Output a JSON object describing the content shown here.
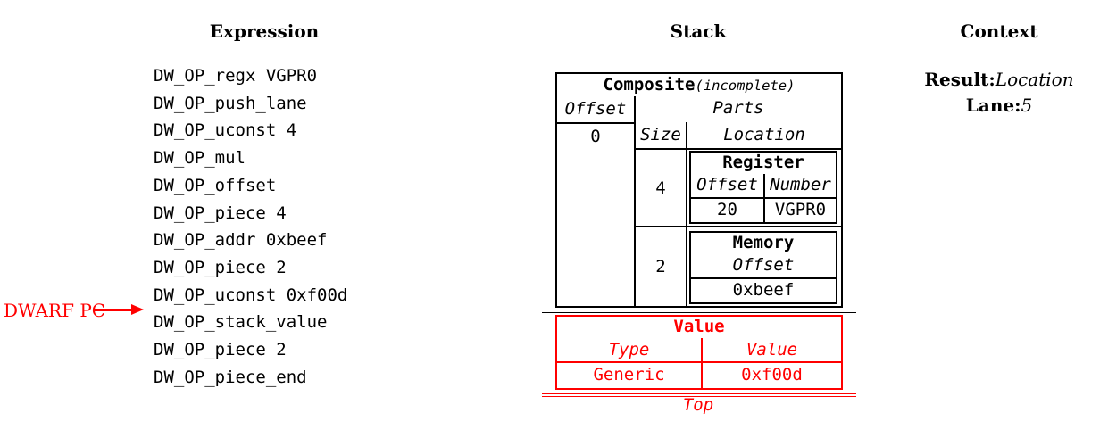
{
  "columns": {
    "expression": {
      "title": "Expression"
    },
    "stack": {
      "title": "Stack"
    },
    "context": {
      "title": "Context"
    }
  },
  "expression": {
    "ops": [
      "DW_OP_regx VGPR0",
      "DW_OP_push_lane",
      "DW_OP_uconst 4",
      "DW_OP_mul",
      "DW_OP_offset",
      "DW_OP_piece 4",
      "DW_OP_addr 0xbeef",
      "DW_OP_piece 2",
      "DW_OP_uconst 0xf00d",
      "DW_OP_stack_value",
      "DW_OP_piece 2",
      "DW_OP_piece_end"
    ],
    "pc_label": "DWARF PC",
    "pc_target": "DW_OP_stack_value"
  },
  "stack": {
    "composite": {
      "title": "Composite",
      "subtitle": "(incomplete)",
      "offset_header": "Offset",
      "parts_header": "Parts",
      "offset_value": "0",
      "size_header": "Size",
      "location_header": "Location",
      "parts": [
        {
          "size": "4",
          "location": {
            "type": "Register",
            "headers": [
              "Offset",
              "Number"
            ],
            "values": [
              "20",
              "VGPR0"
            ]
          }
        },
        {
          "size": "2",
          "location": {
            "type": "Memory",
            "headers": [
              "Offset"
            ],
            "values": [
              "0xbeef"
            ]
          }
        }
      ]
    },
    "value_entry": {
      "title": "Value",
      "type_header": "Type",
      "value_header": "Value",
      "type_value": "Generic",
      "value_value": "0xf00d"
    },
    "top_label": "Top"
  },
  "context": {
    "result_label": "Result:",
    "result_value": "Location",
    "lane_label": "Lane:",
    "lane_value": "5"
  },
  "colors": {
    "accent_red": "#ff0000",
    "text": "#000000",
    "background": "#ffffff"
  }
}
